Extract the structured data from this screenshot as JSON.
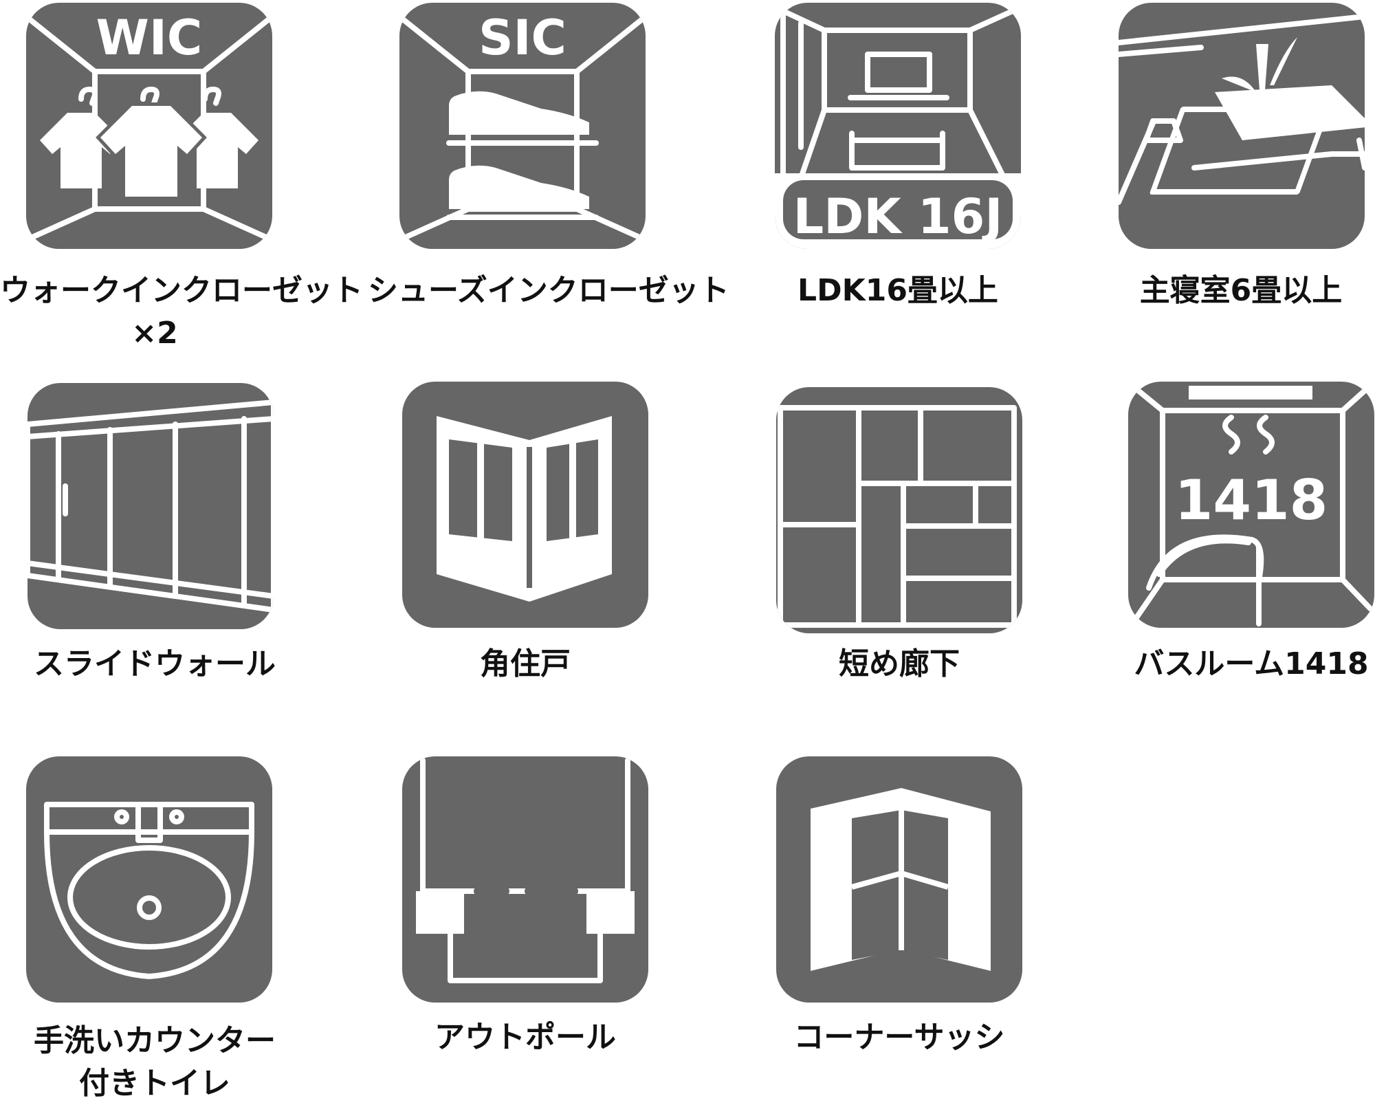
{
  "colors": {
    "tile": "#666666",
    "line": "#ffffff",
    "text": "#111111",
    "background": "#ffffff"
  },
  "features": [
    {
      "icon": "walk-in-closet-icon",
      "badge": "WIC",
      "caption": [
        "ウォークインクローゼット",
        "×2"
      ]
    },
    {
      "icon": "shoe-closet-icon",
      "badge": "SIC",
      "caption": [
        "シューズインクローゼット"
      ]
    },
    {
      "icon": "living-room-icon",
      "badge": "LDK 16J",
      "caption": [
        "LDK16畳以上"
      ]
    },
    {
      "icon": "bedroom-icon",
      "caption": [
        "主寝室6畳以上"
      ]
    },
    {
      "icon": "sliding-wall-icon",
      "caption": [
        "スライドウォール"
      ]
    },
    {
      "icon": "corner-house-icon",
      "caption": [
        "角住戸"
      ]
    },
    {
      "icon": "floor-plan-icon",
      "caption": [
        "短め廊下"
      ]
    },
    {
      "icon": "bathroom-icon",
      "badge": "1418",
      "caption": [
        "バスルーム1418"
      ]
    },
    {
      "icon": "washbasin-icon",
      "caption": [
        "手洗いカウンター",
        "付きトイレ"
      ]
    },
    {
      "icon": "out-pole-icon",
      "caption": [
        "アウトポール"
      ]
    },
    {
      "icon": "corner-sash-icon",
      "caption": [
        "コーナーサッシ"
      ]
    }
  ]
}
